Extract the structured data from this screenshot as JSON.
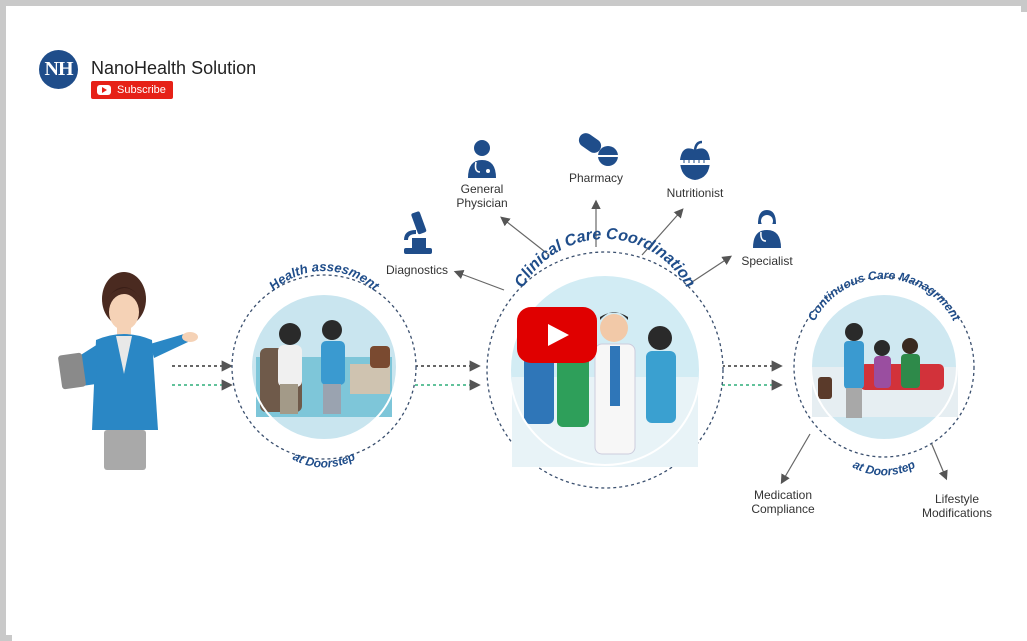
{
  "channel": {
    "logo_text": "NH",
    "name": "NanoHealth Solution",
    "subscribe_label": "Subscribe"
  },
  "diagram": {
    "center_title": "Clinical Care Coordination",
    "assessment_title": "Health assesment",
    "assessment_subtitle": "at Doorstep",
    "continuous_title": "Continuous Care Managrment",
    "continuous_subtitle": "at Doorstep",
    "specialties": {
      "diagnostics": "Diagnostics",
      "general_physician_line1": "General",
      "general_physician_line2": "Physician",
      "pharmacy": "Pharmacy",
      "nutritionist": "Nutritionist",
      "specialist": "Specialist"
    },
    "outcomes": {
      "medication_line1": "Medication",
      "medication_line2": "Compliance",
      "lifestyle_line1": "Lifestyle",
      "lifestyle_line2": "Modifications"
    }
  },
  "icons": {
    "diagnostics": "microscope-icon",
    "general_physician": "doctor-icon",
    "pharmacy": "pill-icon",
    "nutritionist": "apple-icon",
    "specialist": "female-doctor-icon",
    "play": "play-icon"
  },
  "colors": {
    "primary": "#1f4d8a",
    "teal": "#4fb3c9",
    "green_dash": "#2fae7a",
    "play_red": "#e00000",
    "subscribe_red": "#e62117"
  }
}
